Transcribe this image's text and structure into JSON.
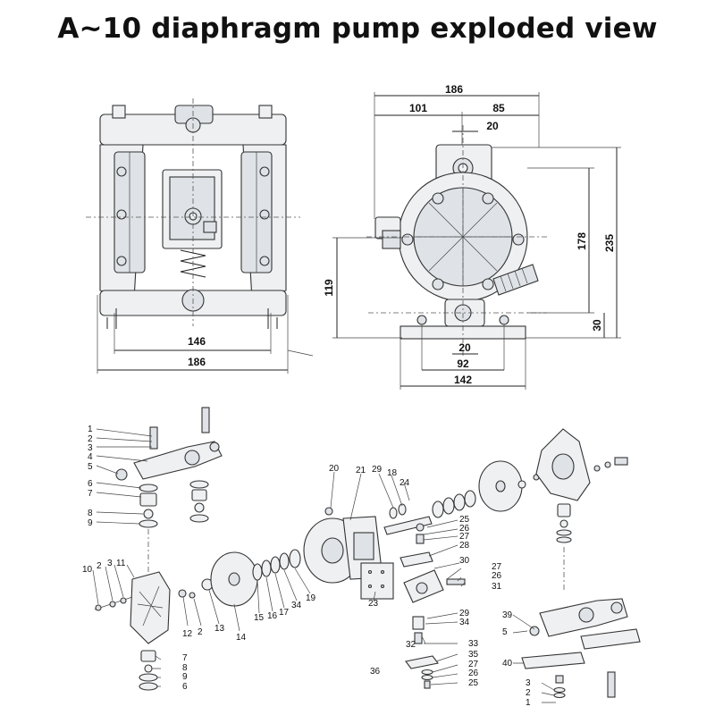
{
  "title": "A~10 diaphragm pump exploded view",
  "front_view": {
    "dims": {
      "inner_width": "146",
      "outer_width": "186"
    }
  },
  "side_view": {
    "dims": {
      "top_total": "186",
      "top_left": "101",
      "top_right": "85",
      "top_port": "20",
      "height_178": "178",
      "height_235": "235",
      "height_119": "119",
      "base_30": "30",
      "bottom_20": "20",
      "bottom_92": "92",
      "bottom_142": "142"
    }
  },
  "exploded": {
    "callouts": {
      "c1": "1",
      "c2": "2",
      "c3": "3",
      "c4": "4",
      "c5": "5",
      "c6": "6",
      "c7": "7",
      "c8": "8",
      "c9": "9",
      "c10": "10",
      "c2b": "2",
      "c3b": "3",
      "c11": "11",
      "c12": "12",
      "c2c": "2",
      "c13": "13",
      "c14": "14",
      "c15": "15",
      "c16": "16",
      "c17": "17",
      "c34": "34",
      "c19": "19",
      "c20": "20",
      "c21": "21",
      "c29": "29",
      "c18": "18",
      "c24": "24",
      "c25": "25",
      "c26": "26",
      "c27": "27",
      "c28": "28",
      "c30": "30",
      "c27b": "27",
      "c26b": "26",
      "c31": "31",
      "c23": "23",
      "c29b": "29",
      "c34b": "34",
      "c32": "32",
      "c33": "33",
      "c35": "35",
      "c27c": "27",
      "c26c": "26",
      "c25b": "25",
      "c36": "36",
      "c7b": "7",
      "c8b": "8",
      "c9b": "9",
      "c6b": "6",
      "c39": "39",
      "c5b": "5",
      "c40": "40",
      "c3c": "3",
      "c2d": "2",
      "c1b": "1"
    }
  }
}
